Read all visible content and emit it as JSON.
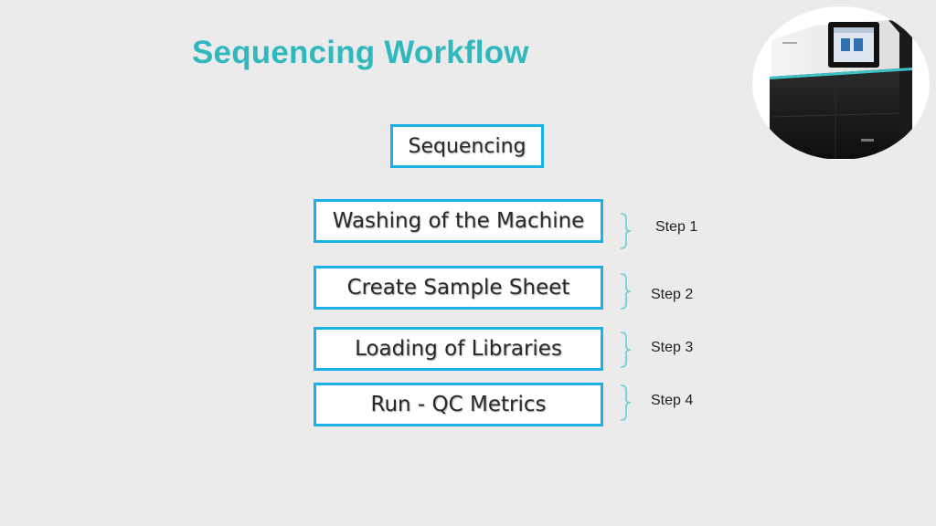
{
  "title": "Sequencing Workflow",
  "header_box": "Sequencing",
  "steps": [
    {
      "label": "Washing of the Machine",
      "step": "Step 1"
    },
    {
      "label": "Create Sample Sheet",
      "step": "Step 2"
    },
    {
      "label": "Loading of Libraries",
      "step": "Step 3"
    },
    {
      "label": "Run - QC Metrics",
      "step": "Step 4"
    }
  ],
  "colors": {
    "title": "#2fb8be",
    "box_border": "#1cb0e8",
    "brace": "#7fd3d6",
    "background": "#ebebeb"
  },
  "image": {
    "icon": "sequencer-machine-icon"
  }
}
